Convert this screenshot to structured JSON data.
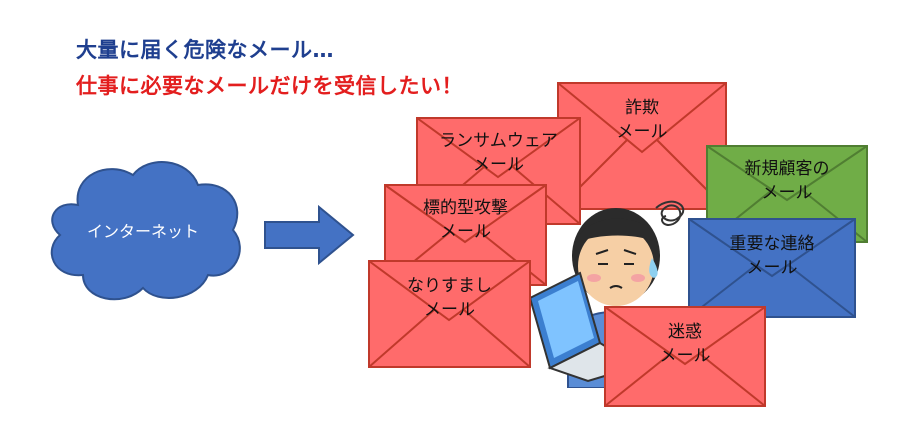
{
  "headline": {
    "line1": "大量に届く危険なメール…",
    "line2": "仕事に必要なメールだけを受信したい！"
  },
  "cloud": {
    "label": "インターネット",
    "color": "#4472c4"
  },
  "colors": {
    "danger": "#ff6b6b",
    "good": "#70ad47",
    "important": "#4472c4"
  },
  "emails": {
    "fraud": {
      "line1": "詐欺",
      "line2": "メール"
    },
    "ransomware": {
      "line1": "ランサムウェア",
      "line2": "メール"
    },
    "targeted": {
      "line1": "標的型攻撃",
      "line2": "メール"
    },
    "spoofing": {
      "line1": "なりすまし",
      "line2": "メール"
    },
    "new_client": {
      "line1": "新規顧客の",
      "line2": "メール"
    },
    "important": {
      "line1": "重要な連絡",
      "line2": "メール"
    },
    "spam": {
      "line1": "迷惑",
      "line2": "メール"
    }
  }
}
